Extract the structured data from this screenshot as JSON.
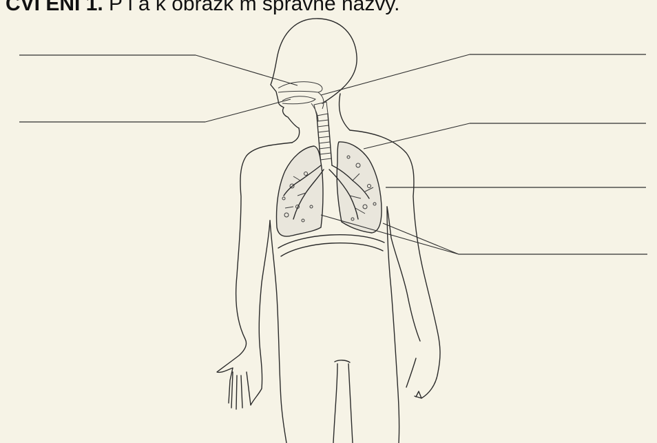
{
  "title": {
    "bold": "CVI ENI 1.",
    "rest": " P i a k obrázk m správne názvy."
  },
  "label_blanks": [
    {
      "id": "nasal-cavity",
      "value": ""
    },
    {
      "id": "oral-cavity",
      "value": ""
    },
    {
      "id": "pharynx-larynx",
      "value": ""
    },
    {
      "id": "trachea",
      "value": ""
    },
    {
      "id": "lung",
      "value": ""
    },
    {
      "id": "bronchi",
      "value": ""
    }
  ],
  "colors": {
    "background": "#f6f3e6",
    "ink": "#2a2a2a"
  }
}
